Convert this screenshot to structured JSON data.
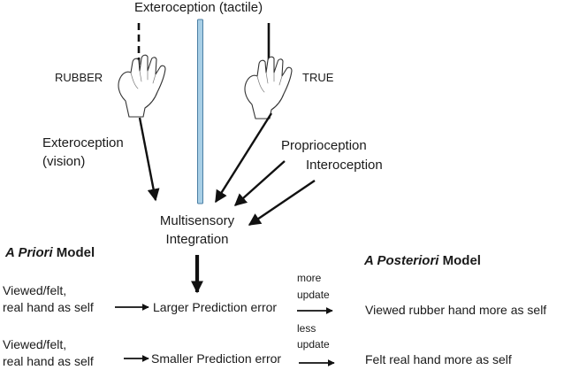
{
  "top": {
    "exteroception_tactile": "Exteroception (tactile)"
  },
  "hands": {
    "rubber_label": "RUBBER",
    "true_label": "TRUE"
  },
  "left_input": {
    "line1": "Exteroception",
    "line2": "(vision)"
  },
  "right_inputs": {
    "proprioception": "Proprioception",
    "interoception": "Interoception"
  },
  "integration": {
    "line1": "Multisensory",
    "line2": "Integration"
  },
  "a_priori": {
    "title_italic": "A Priori",
    "title_rest": " Model"
  },
  "a_posteriori": {
    "title_italic": "A Posteriori",
    "title_rest": " Model"
  },
  "rows": [
    {
      "prior_line1": "Viewed/felt,",
      "prior_line2": "real hand as self",
      "error": "Larger Prediction error",
      "update_line1": "more",
      "update_line2": "update",
      "posterior": "Viewed rubber hand more as self"
    },
    {
      "prior_line1": "Viewed/felt,",
      "prior_line2": "real hand as self",
      "error": "Smaller Prediction error",
      "update_line1": "less",
      "update_line2": "update",
      "posterior": "Felt real hand more as self"
    }
  ],
  "colors": {
    "divider": "#a8cfe6",
    "divider_stroke": "#4b7fa4",
    "arrow": "#111111"
  }
}
